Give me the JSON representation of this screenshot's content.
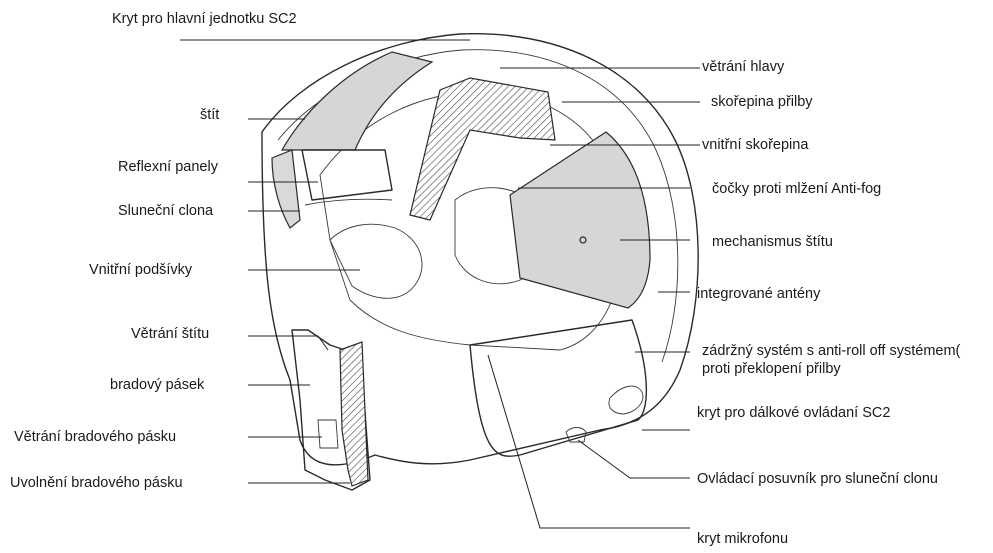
{
  "labels": {
    "top_cover": "Kryt pro hlavní jednotku SC2",
    "visor": "štít",
    "reflective_panels": "Reflexní panely",
    "sun_visor": "Sluneční clona",
    "inner_linings": "Vnitřní  podšívky",
    "visor_vent": "Větrání štítu",
    "chin_guard": "bradový pásek",
    "chin_vent": "Větrání bradového pásku",
    "chin_release": "Uvolnění bradového pásku",
    "head_vent": "větrání hlavy",
    "shell": "skořepina přilby",
    "inner_shell": "vnitřní skořepina",
    "antifog": "čočky proti mlžení Anti-fog",
    "visor_mechanism": "mechanismus štítu",
    "antennas": "integrované antény",
    "retention": "zádržný systém  s anti-roll off systémem( proti překlopení přilby",
    "remote_cover": "kryt  pro dálkové ovládaní SC2",
    "slider": "Ovládací posuvník pro sluneční clonu",
    "mic_cover": "kryt mikrofonu"
  }
}
